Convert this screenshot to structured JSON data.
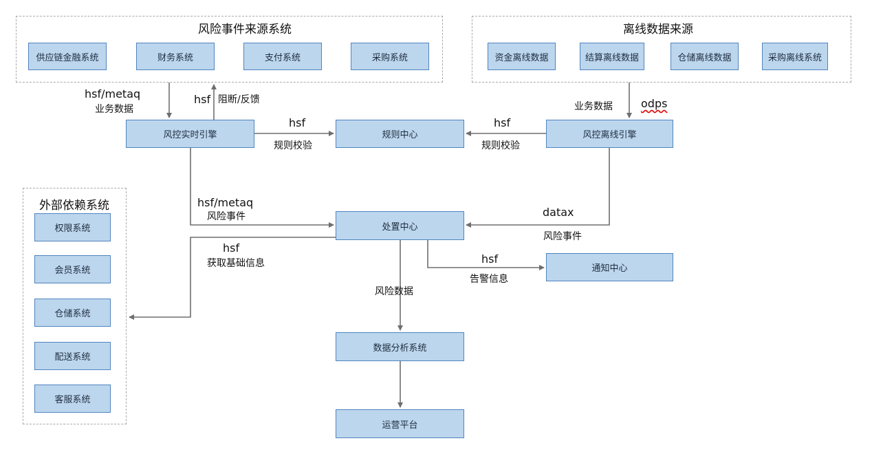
{
  "groups": {
    "risk_sources": {
      "title": "风险事件来源系统",
      "items": [
        "供应链金融系统",
        "财务系统",
        "支付系统",
        "采购系统"
      ]
    },
    "offline_sources": {
      "title": "离线数据来源",
      "items": [
        "资金离线数据",
        "结算离线数据",
        "仓储离线数据",
        "采购离线系统"
      ]
    },
    "external_deps": {
      "title": "外部依赖系统",
      "items": [
        "权限系统",
        "会员系统",
        "仓储系统",
        "配送系统",
        "客服系统"
      ]
    }
  },
  "nodes": {
    "realtime_engine": "风控实时引擎",
    "rule_center": "规则中心",
    "offline_engine": "风控离线引擎",
    "disposal_center": "处置中心",
    "notify_center": "通知中心",
    "data_analysis": "数据分析系统",
    "ops_platform": "运营平台"
  },
  "edge_labels": {
    "src_to_rt_1": "hsf/metaq",
    "src_to_rt_2": "业务数据",
    "rt_to_src_1": "hsf",
    "rt_to_src_2": "阻断/反馈",
    "rt_to_rule_1": "hsf",
    "rt_to_rule_2": "规则校验",
    "off_to_rule_1": "hsf",
    "off_to_rule_2": "规则校验",
    "offsrc_to_off_1": "业务数据",
    "offsrc_to_off_2": "odps",
    "rt_to_disp_1": "hsf/metaq",
    "rt_to_disp_2": "风险事件",
    "off_to_disp_1": "datax",
    "off_to_disp_2": "风险事件",
    "disp_to_ext_1": "hsf",
    "disp_to_ext_2": "获取基础信息",
    "disp_to_notify_1": "hsf",
    "disp_to_notify_2": "告警信息",
    "disp_to_data": "风险数据"
  }
}
